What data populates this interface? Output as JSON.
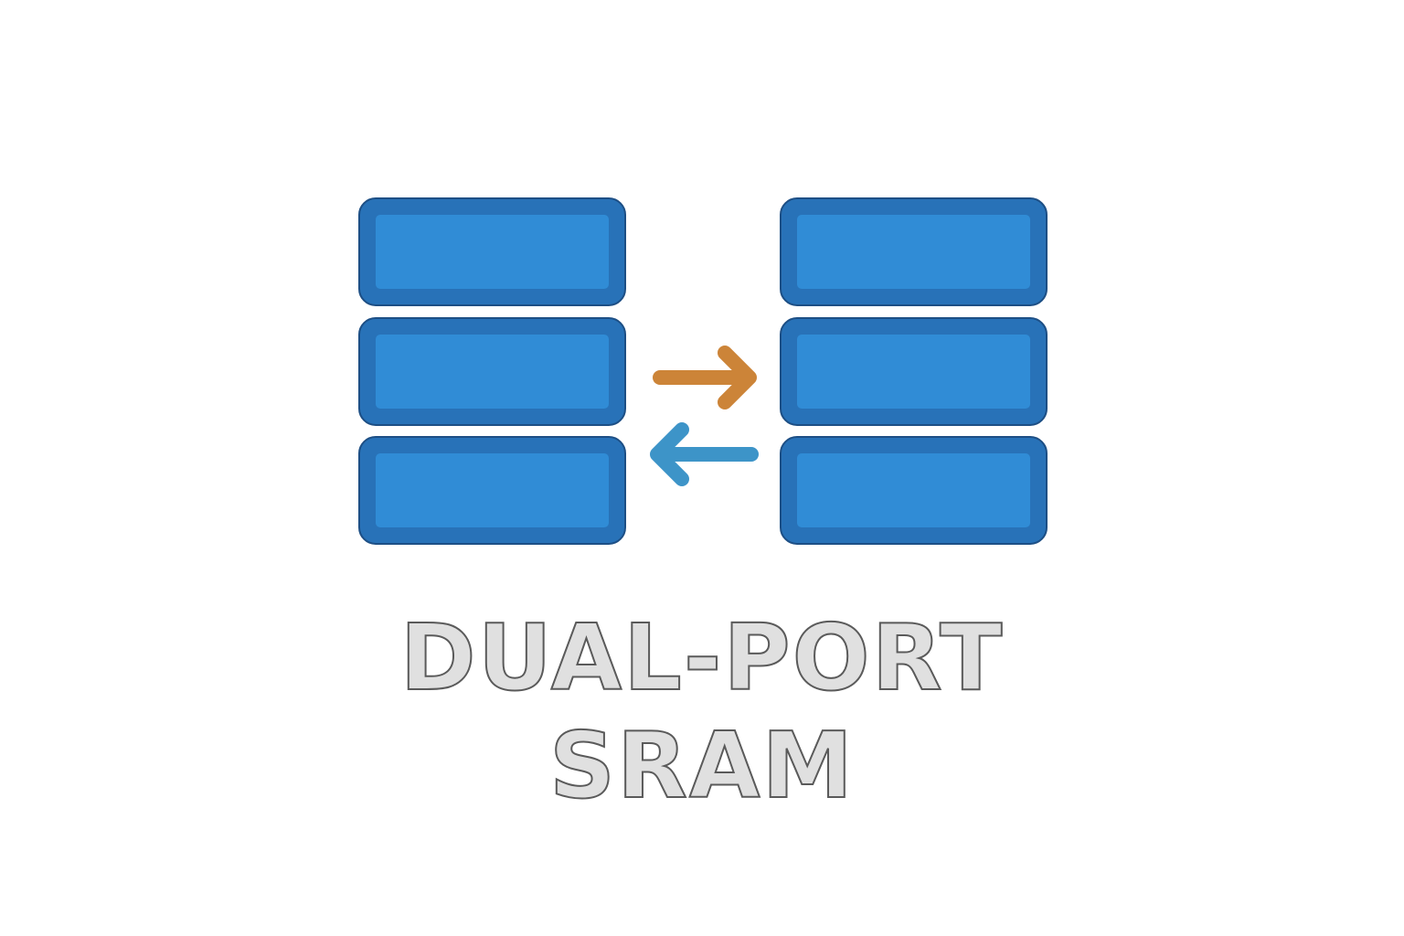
{
  "title": {
    "line1": "DUAL-PORT",
    "line2": "SRAM"
  },
  "diagram": {
    "left_bank": {
      "blocks": 3
    },
    "right_bank": {
      "blocks": 3
    },
    "arrows": [
      {
        "direction": "right",
        "color": "#cc8438"
      },
      {
        "direction": "left",
        "color": "#3d94c8"
      }
    ]
  },
  "colors": {
    "block_outer": "#2872b8",
    "block_inner": "#308cd6",
    "block_border": "#1d4f85",
    "title_fill": "#e0e0e0",
    "title_stroke": "#5a5a5a"
  },
  "icons": [
    "memory-block-icon",
    "arrow-right-icon",
    "arrow-left-icon"
  ]
}
